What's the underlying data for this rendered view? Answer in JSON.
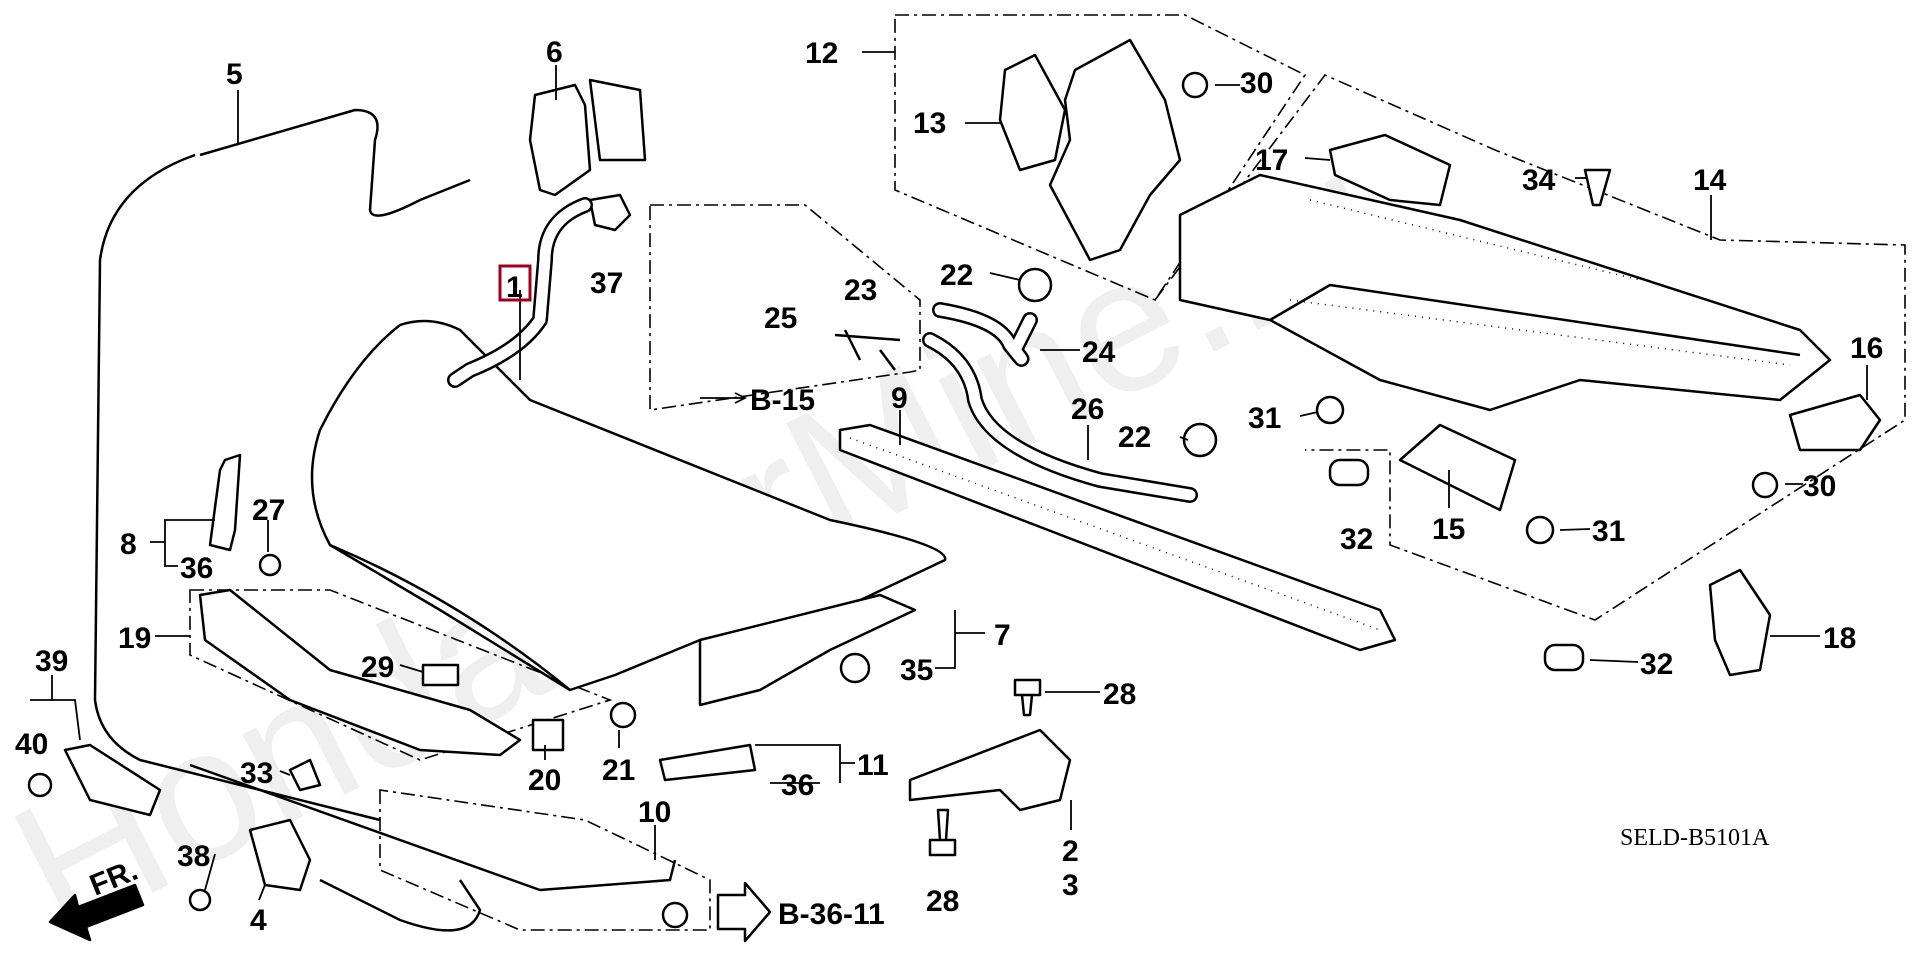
{
  "watermark": "HondaCarMine.ru",
  "diagram_code": "SELD-B5101A",
  "front_indicator": "FR.",
  "highlight_color": "#a0001e",
  "references": {
    "b15": "B-15",
    "b3611": "B-36-11"
  },
  "callouts": {
    "c1": "1",
    "c2": "2",
    "c3": "3",
    "c4": "4",
    "c5": "5",
    "c6": "6",
    "c7": "7",
    "c8": "8",
    "c9": "9",
    "c10": "10",
    "c11": "11",
    "c12": "12",
    "c13": "13",
    "c14": "14",
    "c15": "15",
    "c16": "16",
    "c17": "17",
    "c18": "18",
    "c19": "19",
    "c20": "20",
    "c21": "21",
    "c22a": "22",
    "c22b": "22",
    "c23": "23",
    "c24": "24",
    "c25": "25",
    "c26": "26",
    "c27": "27",
    "c28a": "28",
    "c28b": "28",
    "c29": "29",
    "c30a": "30",
    "c30b": "30",
    "c31a": "31",
    "c31b": "31",
    "c32a": "32",
    "c32b": "32",
    "c33": "33",
    "c34": "34",
    "c35": "35",
    "c36a": "36",
    "c36b": "36",
    "c37": "37",
    "c38": "38",
    "c39": "39",
    "c40": "40"
  }
}
